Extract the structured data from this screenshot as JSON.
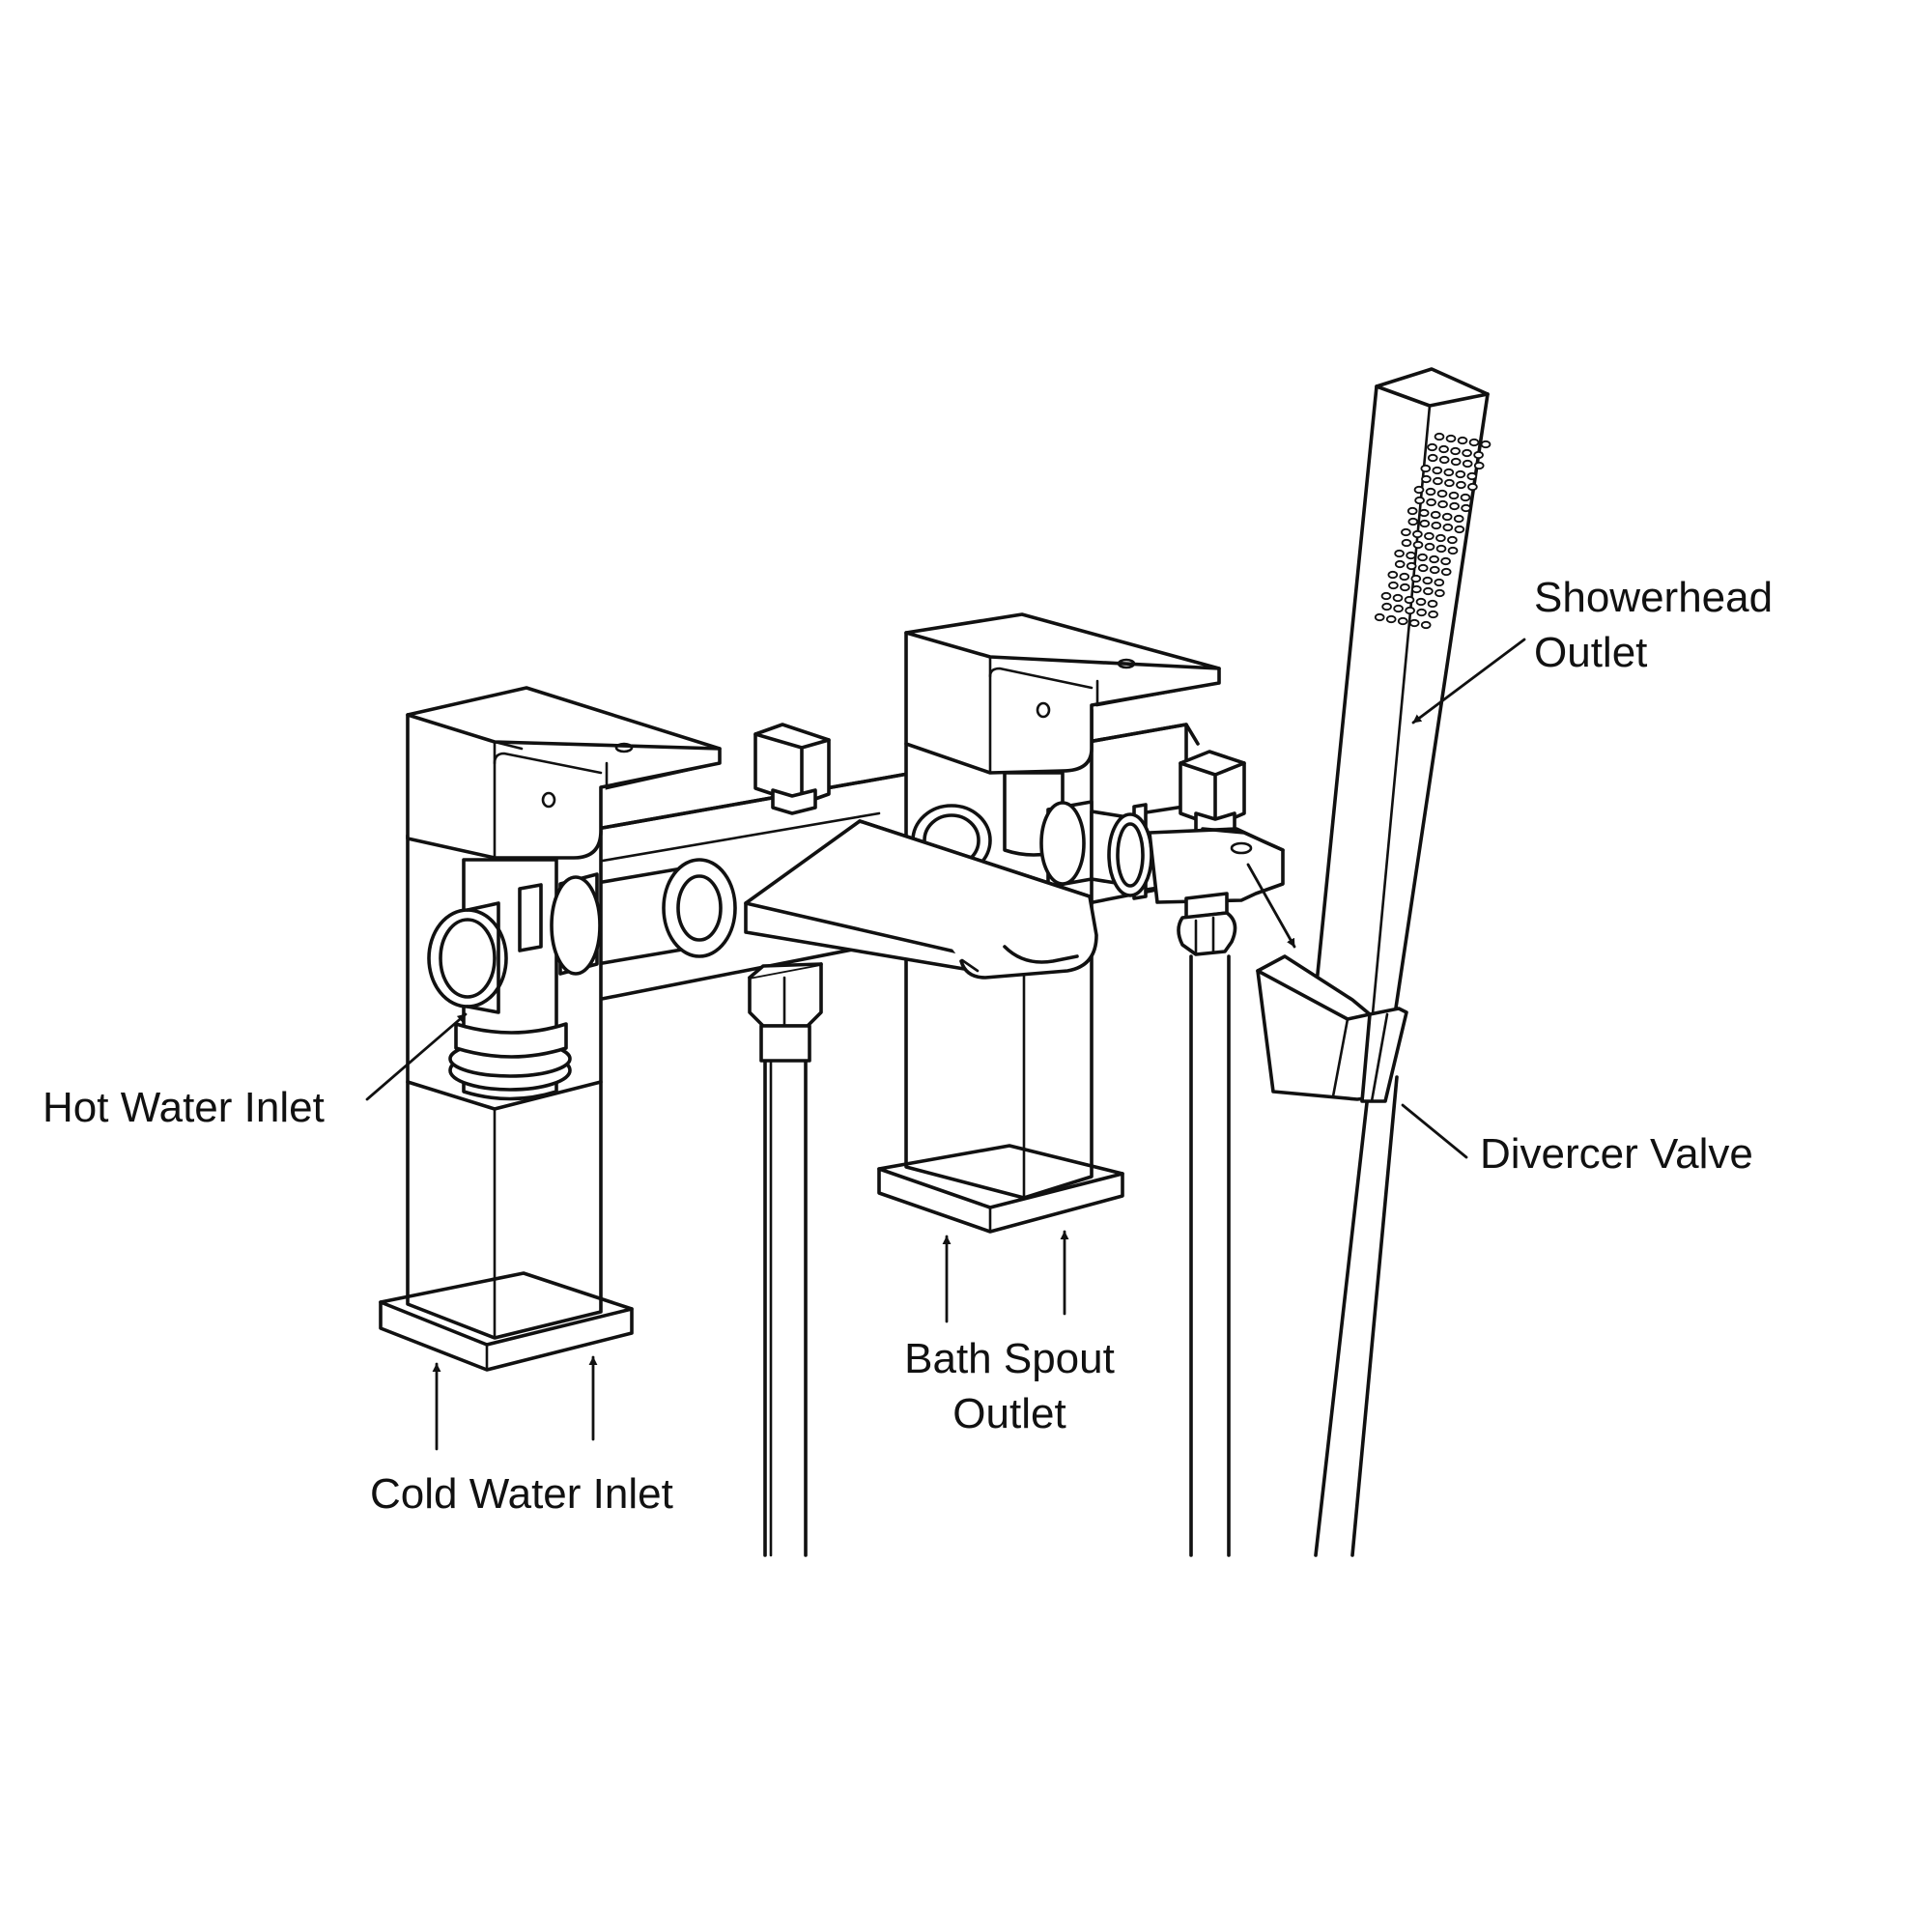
{
  "labels": {
    "showerhead_outlet": {
      "line1": "Showerhead",
      "line2": "Outlet"
    },
    "hot_water_inlet": "Hot Water Inlet",
    "divercer_valve": "Divercer Valve",
    "bath_spout_outlet": {
      "line1": "Bath Spout",
      "line2": "Outlet"
    },
    "cold_water_inlet": "Cold Water Inlet"
  },
  "colors": {
    "line": "#111111",
    "background": "#ffffff"
  }
}
